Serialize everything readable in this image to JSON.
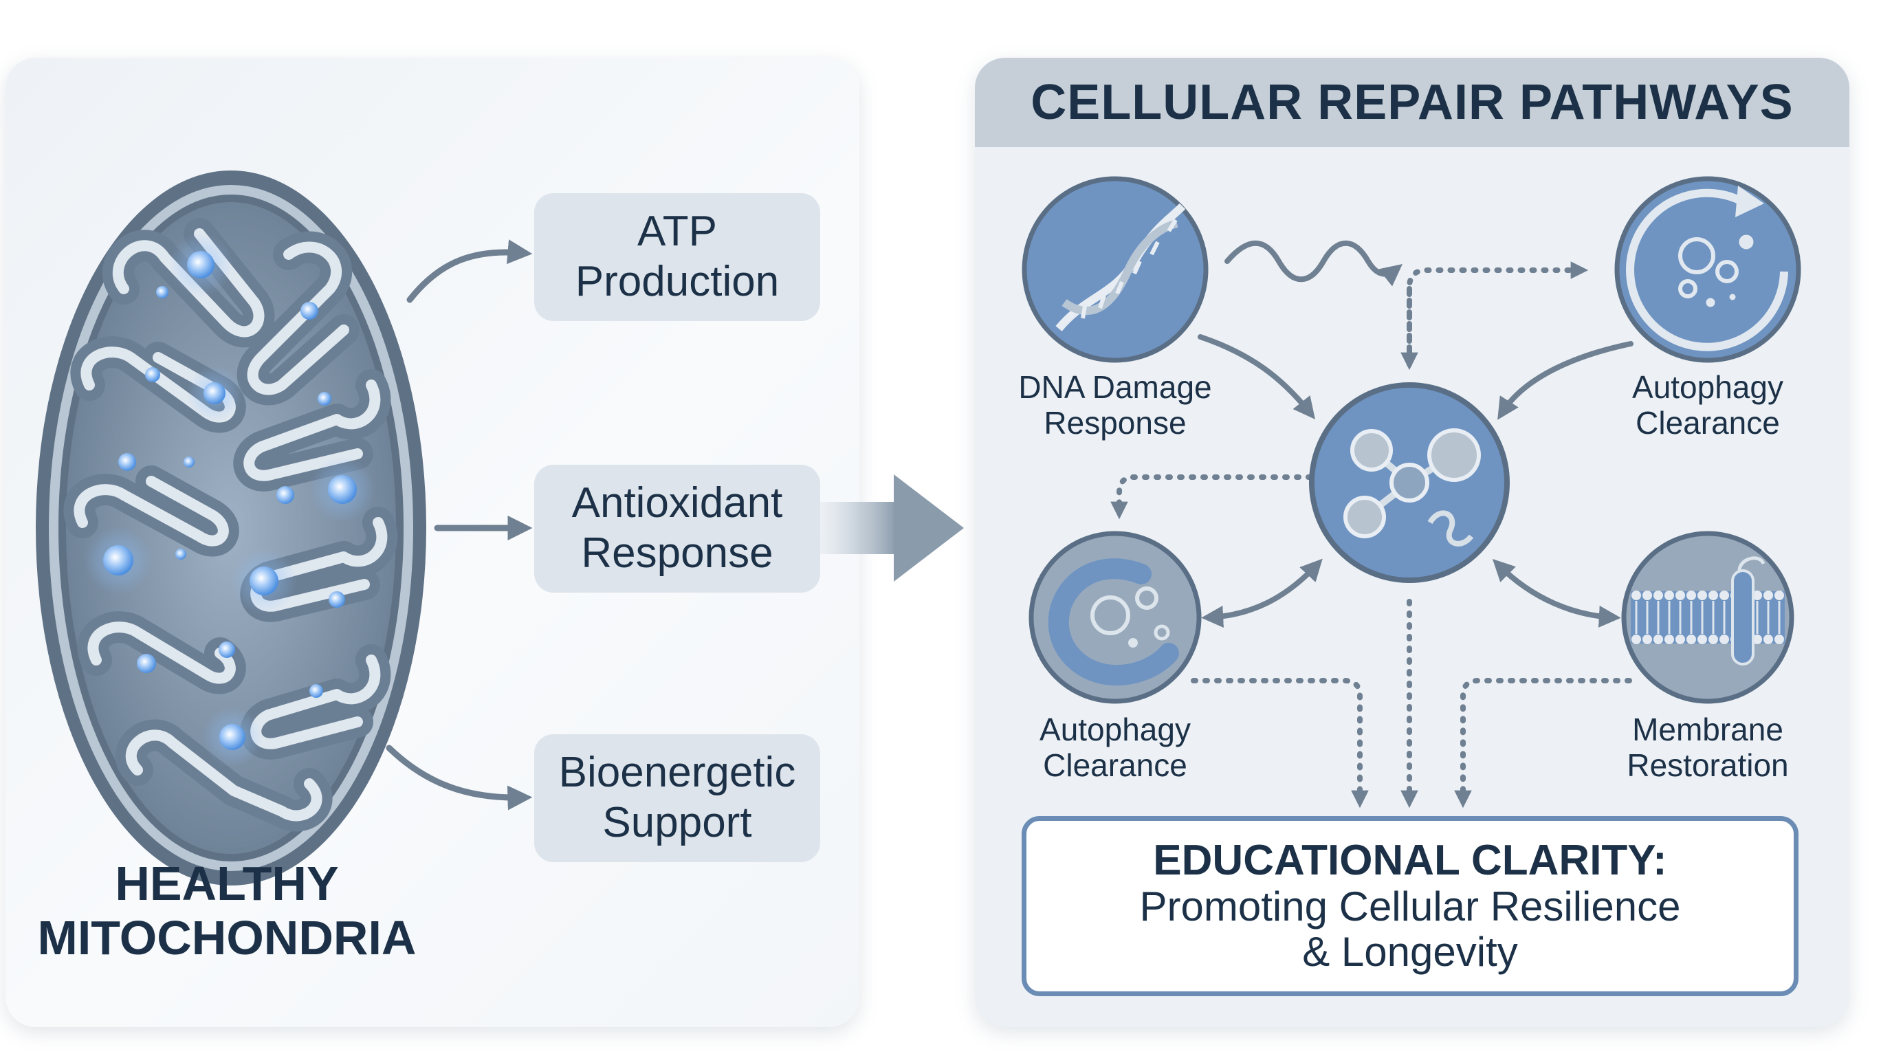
{
  "left": {
    "title": "HEALTHY\nMITOCHONDRIA",
    "benefits": [
      {
        "label": "ATP\nProduction"
      },
      {
        "label": "Antioxidant\nResponse"
      },
      {
        "label": "Bioenergetic\nSupport"
      }
    ]
  },
  "right": {
    "header": "CELLULAR REPAIR PATHWAYS",
    "nodes": [
      {
        "label": "DNA Damage\nResponse",
        "icon": "dna-icon"
      },
      {
        "label": "Autophagy\nClearance",
        "icon": "recycle-cell-icon"
      },
      {
        "label": "Autophagy\nClearance",
        "icon": "autophagosome-icon"
      },
      {
        "label": "Membrane\nRestoration",
        "icon": "membrane-icon"
      }
    ],
    "hub_icon": "molecule-icon",
    "conclusion": {
      "heading": "EDUCATIONAL CLARITY:",
      "text": "Promoting Cellular Resilience\n& Longevity"
    }
  },
  "colors": {
    "navy": "#1c3147",
    "accent_blue": "#6b8db5",
    "arrow_gray": "#6f8092",
    "panel_bg": "#edf1f5",
    "header_bg": "#c6cfd8"
  }
}
